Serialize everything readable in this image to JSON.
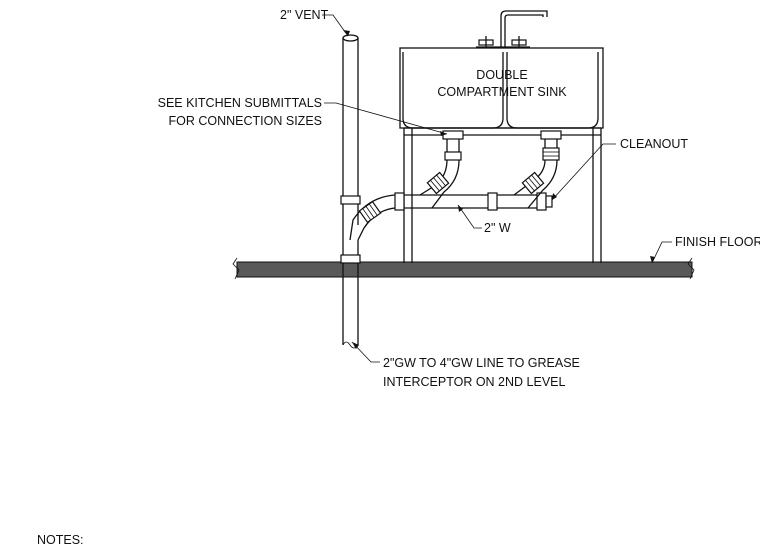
{
  "diagram": {
    "labels": {
      "vent": "2\" VENT",
      "sink_line1": "DOUBLE",
      "sink_line2": "COMPARTMENT SINK",
      "submittals_line1": "SEE KITCHEN SUBMITTALS",
      "submittals_line2": "FOR CONNECTION SIZES",
      "cleanout": "CLEANOUT",
      "waste": "2\" W",
      "finish_floor": "FINISH FLOOR",
      "grease_line1": "2\"GW TO 4\"GW LINE TO GREASE",
      "grease_line2": "INTERCEPTOR ON 2ND LEVEL"
    },
    "notes_label": "NOTES:"
  }
}
